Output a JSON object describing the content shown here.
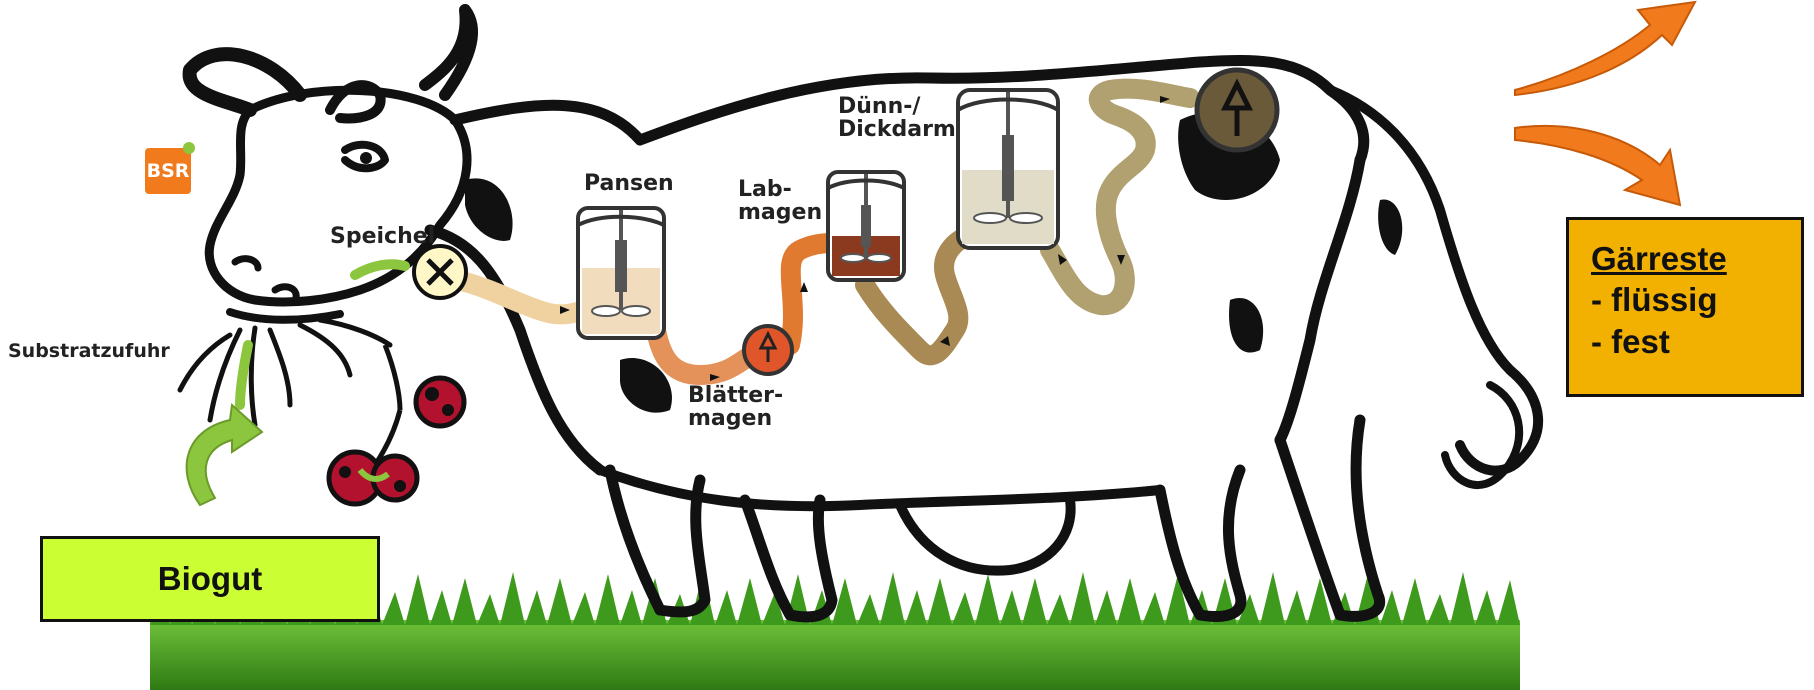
{
  "logo": {
    "text": "BSR"
  },
  "labels": {
    "speichel": "Speichel",
    "substratzufuhr": "Substratzufuhr",
    "pansen": "Pansen",
    "lab_line1": "Lab-",
    "lab_line2": "magen",
    "blaetter_line1": "Blätter-",
    "blaetter_line2": "magen",
    "darm_line1": "Dünn-/",
    "darm_line2": "Dickdarm"
  },
  "input_box": {
    "label": "Biogut",
    "color": "#ccff33"
  },
  "output_box": {
    "title": "Gärreste",
    "line1": "- flüssig",
    "line2": "- fest",
    "color": "#f2b000"
  },
  "colors": {
    "input_arrow": "#8cc63f",
    "output_arrow": "#f07a1c",
    "grass": "#3f9a1f",
    "tube_start": "#f0d2a0",
    "tube_orange": "#e07a30",
    "tube_end": "#9a8a50"
  }
}
